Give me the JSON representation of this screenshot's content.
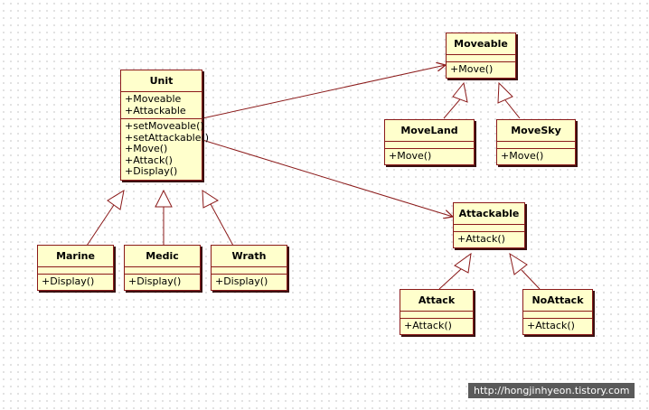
{
  "classes": {
    "unit": {
      "name": "Unit",
      "attributes": [
        "+Moveable",
        "+Attackable"
      ],
      "methods": [
        "+setMoveable()",
        "+setAttackable()",
        "+Move()",
        "+Attack()",
        "+Display()"
      ]
    },
    "moveable": {
      "name": "Moveable",
      "methods": [
        "+Move()"
      ]
    },
    "moveland": {
      "name": "MoveLand",
      "methods": [
        "+Move()"
      ]
    },
    "movesky": {
      "name": "MoveSky",
      "methods": [
        "+Move()"
      ]
    },
    "attackable": {
      "name": "Attackable",
      "methods": [
        "+Attack()"
      ]
    },
    "attack": {
      "name": "Attack",
      "methods": [
        "+Attack()"
      ]
    },
    "noattack": {
      "name": "NoAttack",
      "methods": [
        "+Attack()"
      ]
    },
    "marine": {
      "name": "Marine",
      "methods": [
        "+Display()"
      ]
    },
    "medic": {
      "name": "Medic",
      "methods": [
        "+Display()"
      ]
    },
    "wrath": {
      "name": "Wrath",
      "methods": [
        "+Display()"
      ]
    }
  },
  "relations": [
    {
      "type": "association",
      "from": "Unit",
      "to": "Moveable"
    },
    {
      "type": "association",
      "from": "Unit",
      "to": "Attackable"
    },
    {
      "type": "generalization",
      "from": "MoveLand",
      "to": "Moveable"
    },
    {
      "type": "generalization",
      "from": "MoveSky",
      "to": "Moveable"
    },
    {
      "type": "generalization",
      "from": "Attack",
      "to": "Attackable"
    },
    {
      "type": "generalization",
      "from": "NoAttack",
      "to": "Attackable"
    },
    {
      "type": "generalization",
      "from": "Marine",
      "to": "Unit"
    },
    {
      "type": "generalization",
      "from": "Medic",
      "to": "Unit"
    },
    {
      "type": "generalization",
      "from": "Wrath",
      "to": "Unit"
    }
  ],
  "colors": {
    "box_fill": "#ffffcc",
    "box_border": "#8b1a1a",
    "line": "#8b1a1a"
  },
  "watermark": "http://hongjinhyeon.tistory.com"
}
